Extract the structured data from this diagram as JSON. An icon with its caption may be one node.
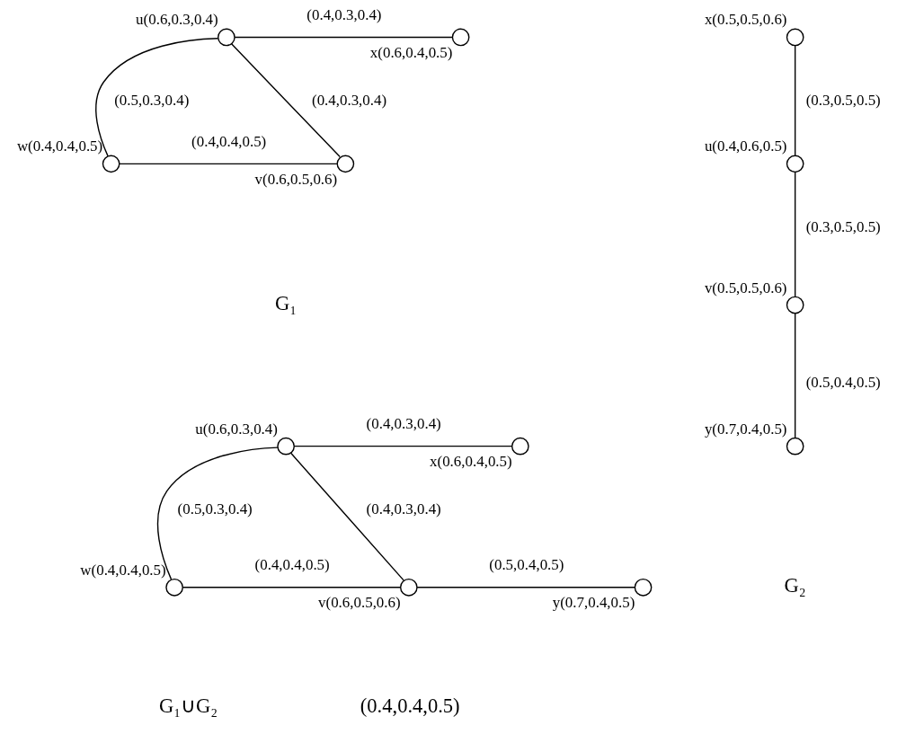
{
  "diagram": {
    "nodes": [
      {
        "text": [],
        "shape": "circle",
        "beside": [
          "u(0.6,0.3,0.4)"
        ]
      },
      {
        "text": [],
        "shape": "circle",
        "beside": [
          "x(0.6,0.4,0.5)"
        ]
      },
      {
        "text": [],
        "shape": "circle",
        "beside": [
          "w(0.4,0.4,0.5)"
        ]
      },
      {
        "text": [],
        "shape": "circle",
        "beside": [
          "v(0.6,0.5,0.6)"
        ]
      },
      {
        "text": [],
        "shape": "circle",
        "beside": [
          "x(0.5,0.5,0.6)"
        ]
      },
      {
        "text": [],
        "shape": "circle",
        "beside": [
          "u(0.4,0.6,0.5)"
        ]
      },
      {
        "text": [],
        "shape": "circle",
        "beside": [
          "v(0.5,0.5,0.6)"
        ]
      },
      {
        "text": [],
        "shape": "circle",
        "beside": [
          "y(0.7,0.4,0.5)"
        ]
      },
      {
        "text": [],
        "shape": "circle",
        "beside": [
          "u(0.6,0.3,0.4)"
        ]
      },
      {
        "text": [],
        "shape": "circle",
        "beside": [
          "x(0.6,0.4,0.5)"
        ]
      },
      {
        "text": [],
        "shape": "circle",
        "beside": [
          "w(0.4,0.4,0.5)"
        ]
      },
      {
        "text": [],
        "shape": "circle",
        "beside": [
          "v(0.6,0.5,0.6)"
        ]
      },
      {
        "text": [],
        "shape": "circle",
        "beside": [
          "y(0.7,0.4,0.5)"
        ]
      }
    ],
    "edges": [
      {
        "from": 0,
        "to": 1,
        "arrow": "none",
        "label": "(0.4,0.3,0.4)"
      },
      {
        "from": 0,
        "to": 2,
        "arrow": "none",
        "label": "(0.5,0.3,0.4)"
      },
      {
        "from": 0,
        "to": 3,
        "arrow": "none",
        "label": "(0.4,0.3,0.4)"
      },
      {
        "from": 2,
        "to": 3,
        "arrow": "none",
        "label": "(0.4,0.4,0.5)"
      },
      {
        "from": 4,
        "to": 5,
        "arrow": "none",
        "label": "(0.3,0.5,0.5)"
      },
      {
        "from": 5,
        "to": 6,
        "arrow": "none",
        "label": "(0.3,0.5,0.5)"
      },
      {
        "from": 6,
        "to": 7,
        "arrow": "none",
        "label": "(0.5,0.4,0.5)"
      },
      {
        "from": 8,
        "to": 9,
        "arrow": "none",
        "label": "(0.4,0.3,0.4)"
      },
      {
        "from": 8,
        "to": 10,
        "arrow": "none",
        "label": "(0.5,0.3,0.4)"
      },
      {
        "from": 8,
        "to": 11,
        "arrow": "none",
        "label": "(0.4,0.3,0.4)"
      },
      {
        "from": 10,
        "to": 11,
        "arrow": "none",
        "label": "(0.4,0.4,0.5)"
      },
      {
        "from": 11,
        "to": 12,
        "arrow": "none",
        "label": "(0.5,0.4,0.5)"
      }
    ],
    "labels": [
      "G₁",
      "G₂",
      "(0.4,0.4,0.5)",
      "G₁∪G₂"
    ]
  }
}
